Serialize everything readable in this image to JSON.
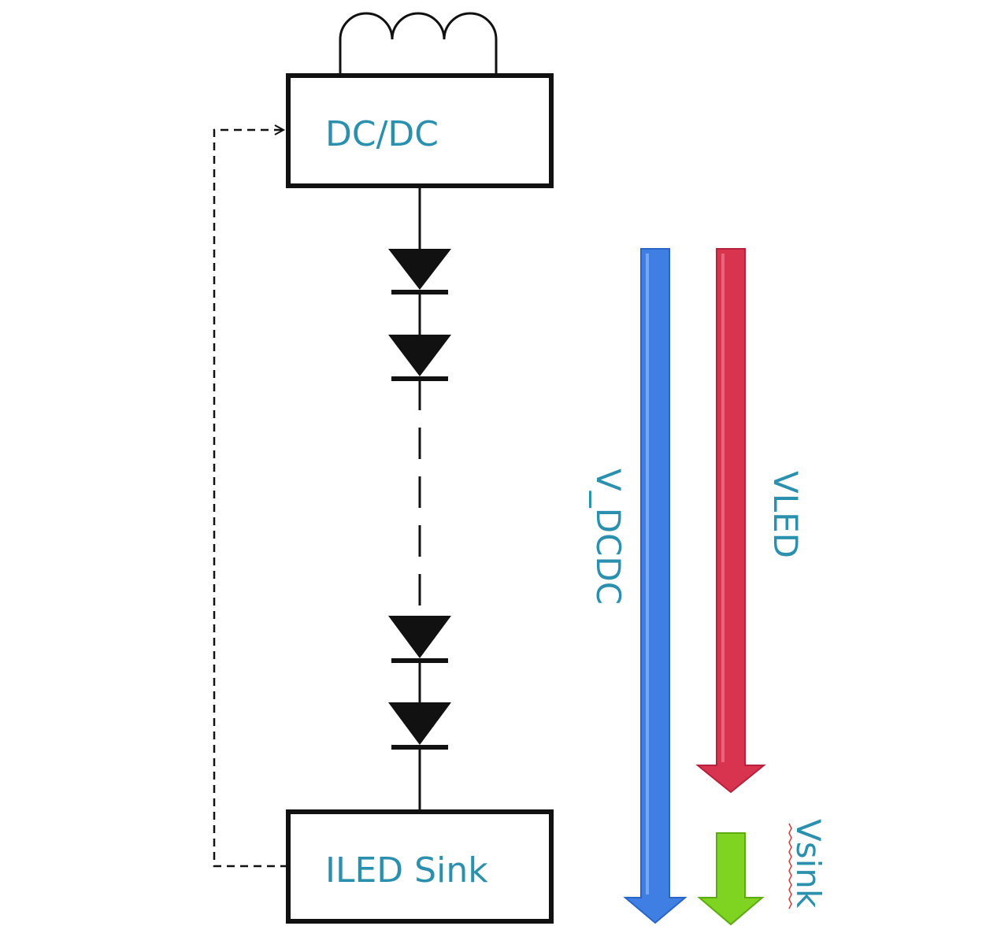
{
  "blocks": {
    "dcdc": {
      "label": "DC/DC"
    },
    "sink": {
      "label": "ILED Sink"
    }
  },
  "arrows": {
    "v_dcdc": {
      "label": "V_DCDC",
      "color": "#3f7fe3",
      "edge": "#2a64c4"
    },
    "vled": {
      "label": "VLED",
      "color": "#d8334f",
      "edge": "#b7223c"
    },
    "vsink": {
      "label": "Vsink",
      "color": "#7fd321",
      "edge": "#5daa12",
      "underline_color": "#d23a3a"
    }
  },
  "colors": {
    "line": "#111111",
    "label_text": "#2b8fae"
  }
}
